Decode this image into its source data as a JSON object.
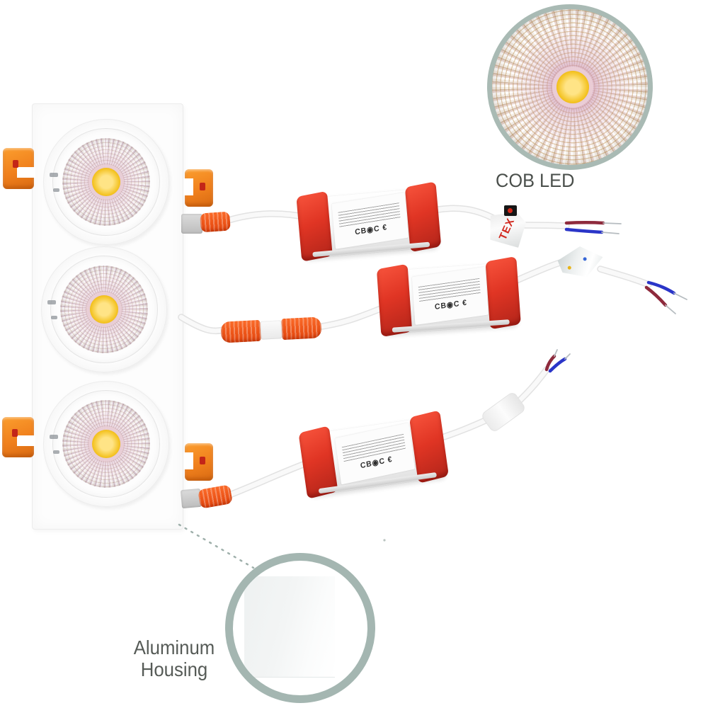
{
  "callouts": {
    "cob_led_label": "COB LED",
    "aluminum_line1": "Aluminum",
    "aluminum_line2": "Housing"
  },
  "drivers": {
    "count": 3,
    "certification_marks": "CB◉C €"
  },
  "cable_tag": {
    "text": "TEX"
  },
  "colors": {
    "clip_orange": "#f0801d",
    "connector_orange": "#f2551a",
    "driver_red": "#d93326",
    "cob_yellow": "#f3c11d",
    "callout_ring": "#a4b6b1",
    "label_text": "#565b57",
    "wire_red": "#8e2a3c",
    "wire_blue": "#2a35c8"
  }
}
